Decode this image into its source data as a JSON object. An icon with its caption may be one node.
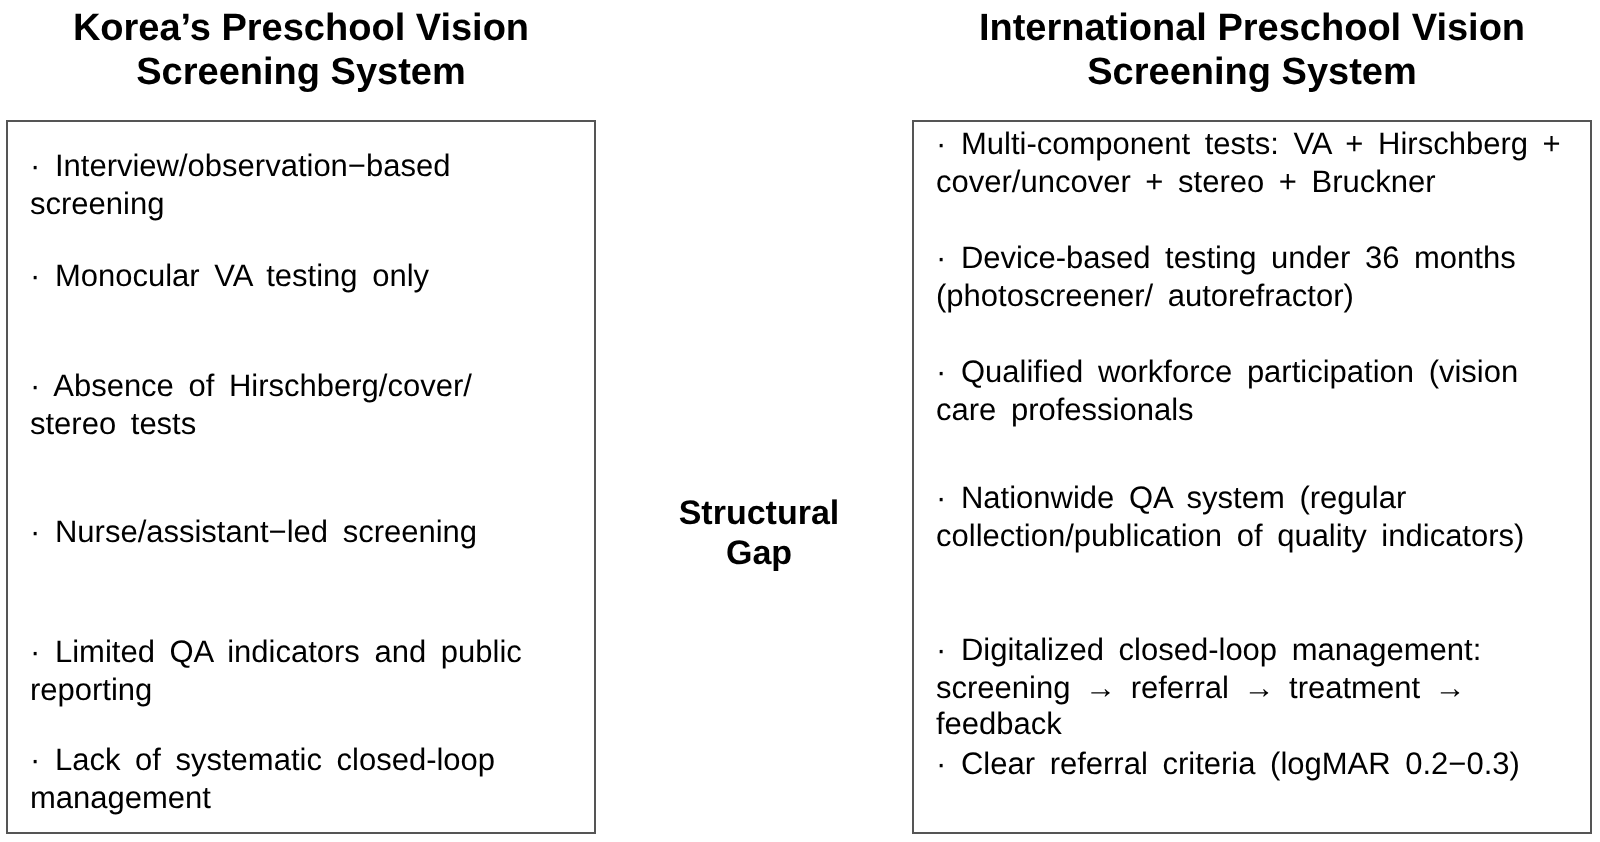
{
  "diagram": {
    "nodes": [
      {
        "text": [
          "Korea’s Preschool Vision Screening System",
          "· Interview/observation−based screening",
          "· Monocular VA testing only",
          "· Absence of Hirschberg/cover/ stereo tests",
          "· Nurse/assistant−led screening",
          "· Limited QA indicators and public reporting",
          "· Lack of systematic closed-loop management"
        ]
      },
      {
        "text": [
          "International Preschool Vision Screening System",
          "· Multi-component tests: VA + Hirschberg + cover/uncover + stereo + Bruckner",
          "· Device-based testing under 36 months (photoscreener/ autorefractor)",
          "· Qualified workforce participation (vision care professionals",
          "· Nationwide QA system (regular collection/publication of quality indicators)",
          "· Digitalized closed-loop management: screening → referral → treatment → feedback",
          "· Clear referral criteria (logMAR 0.2−0.3)"
        ]
      }
    ],
    "labels": [
      "Structural Gap"
    ]
  }
}
